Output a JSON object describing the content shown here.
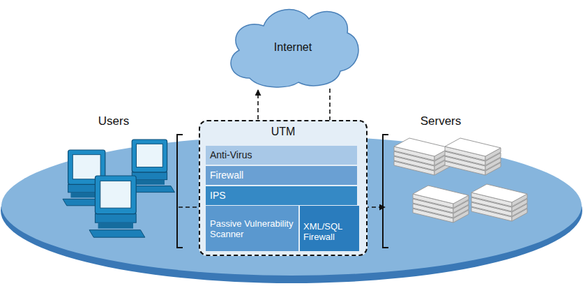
{
  "diagram": {
    "nodes": [
      {
        "text": [
          "Internet"
        ]
      },
      {
        "text": [
          "Users"
        ]
      },
      {
        "text": [
          "UTM"
        ]
      },
      {
        "text": [
          "Anti-Virus"
        ],
        "in": 2
      },
      {
        "text": [
          "Firewall"
        ],
        "in": 2
      },
      {
        "text": [
          "IPS"
        ],
        "in": 2
      },
      {
        "text": [
          "Passive Vulnerability Scanner"
        ],
        "in": 2
      },
      {
        "text": [
          "XML/SQL Firewall"
        ],
        "in": 2
      },
      {
        "text": [
          "Servers"
        ]
      }
    ],
    "edges": [
      {
        "from": 1,
        "to": 0,
        "arrow": "to"
      },
      {
        "from": 0,
        "to": 8,
        "arrow": "to"
      }
    ]
  }
}
